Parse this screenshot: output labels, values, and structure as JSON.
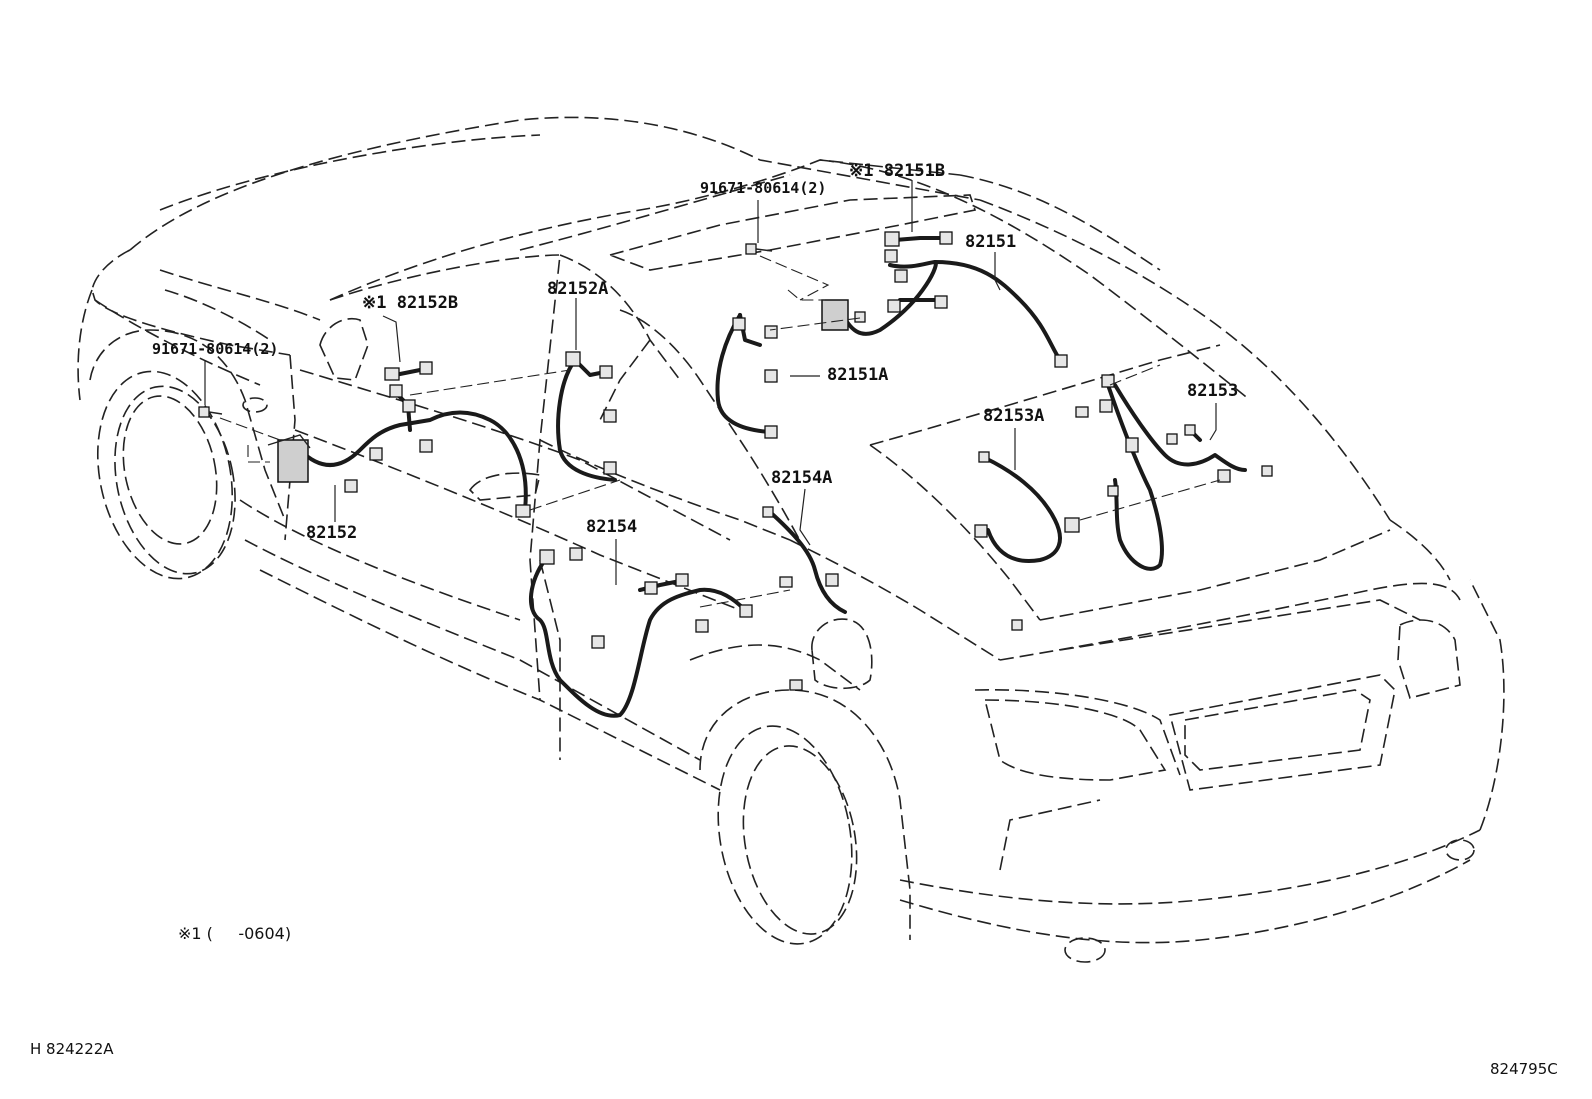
{
  "diagram": {
    "part_labels": {
      "p82151B": "※1 82151B",
      "p91671_top": "91671-80614(2)",
      "p82151": "82151",
      "p82152B": "※1 82152B",
      "p82152A": "82152A",
      "p91671_left": "91671-80614(2)",
      "p82151A": "82151A",
      "p82153A": "82153A",
      "p82153": "82153",
      "p82154A": "82154A",
      "p82154": "82154",
      "p82152": "82152"
    },
    "footnote": "※1 (     -0604)",
    "ref_code_left": "H 824222A",
    "ref_code_right": "824795C"
  }
}
